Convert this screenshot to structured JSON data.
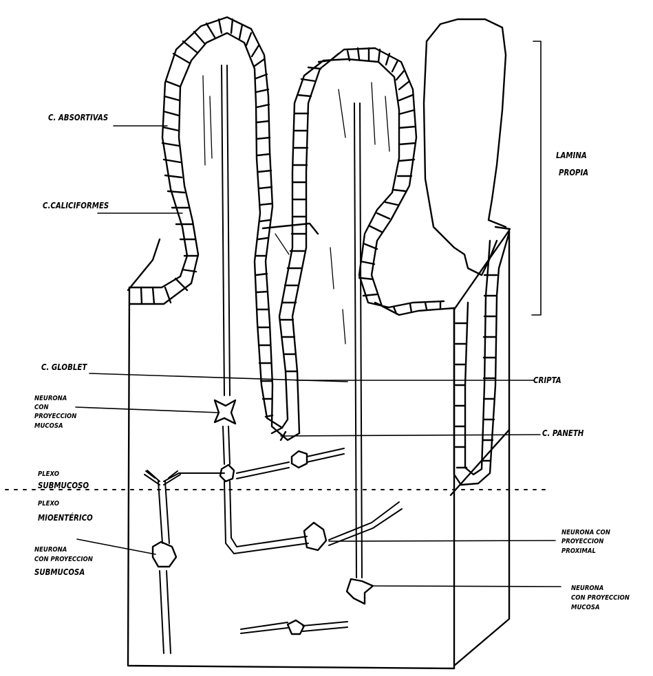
{
  "colors": {
    "ink": "#000000",
    "paper": "#ffffff"
  },
  "labels": {
    "absortivas": "C. ABSORTIVAS",
    "caliciformes": "C.CALICIFORMES",
    "lamina_propia_line1": "LAMINA",
    "lamina_propia_line2": "PROPIA",
    "globlet": "C. GLOBLET",
    "cripta": "CRIPTA",
    "neurona_mucosa_line1": "NEURONA",
    "neurona_mucosa_line2": "CON",
    "neurona_mucosa_line3": "PROYECCION",
    "neurona_mucosa_line4": "MUCOSA",
    "paneth": "C. PANETH",
    "plexo_sub_line1": "PLEXO",
    "plexo_sub_line2": "SUBMUCOSO",
    "plexo_mio_line1": "PLEXO",
    "plexo_mio_line2": "MIOENTÉRICO",
    "neurona_proximal_line1": "NEURONA CON",
    "neurona_proximal_line2": "PROYECCION",
    "neurona_proximal_line3": "PROXIMAL",
    "neurona_submucosa_line1": "NEURONA",
    "neurona_submucosa_line2": "CON PROYECCION",
    "neurona_submucosa_line3": "SUBMUCOSA",
    "neurona_mucosa2_line1": "NEURONA",
    "neurona_mucosa2_line2": "CON PROYECCION",
    "neurona_mucosa2_line3": "MUCOSA"
  }
}
